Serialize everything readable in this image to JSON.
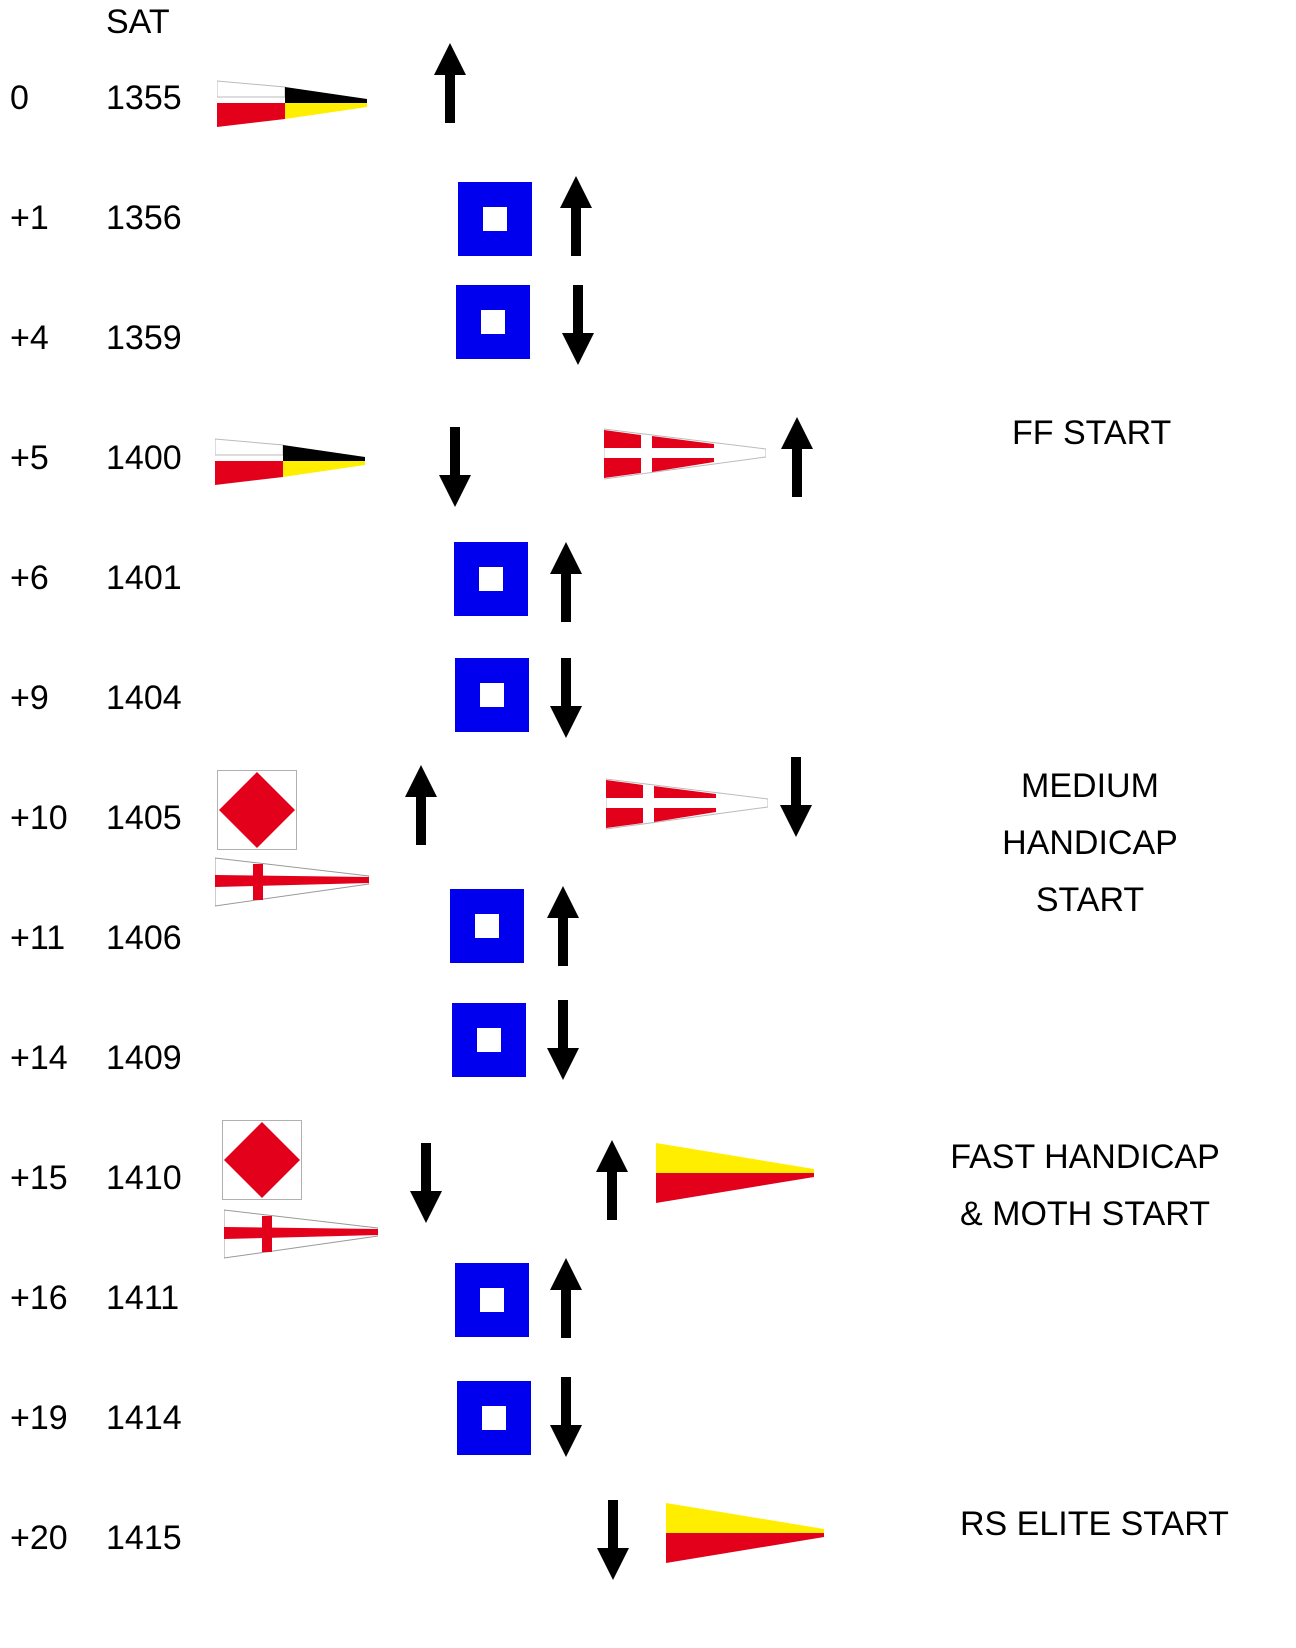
{
  "header": {
    "sat_label": "SAT"
  },
  "rows": [
    {
      "offset": "0",
      "time": "1355"
    },
    {
      "offset": "+1",
      "time": "1356"
    },
    {
      "offset": "+4",
      "time": "1359"
    },
    {
      "offset": "+5",
      "time": "1400"
    },
    {
      "offset": "+6",
      "time": "1401"
    },
    {
      "offset": "+9",
      "time": "1404"
    },
    {
      "offset": "+10",
      "time": "1405"
    },
    {
      "offset": "+11",
      "time": "1406"
    },
    {
      "offset": "+14",
      "time": "1409"
    },
    {
      "offset": "+15",
      "time": "1410"
    },
    {
      "offset": "+16",
      "time": "1411"
    },
    {
      "offset": "+19",
      "time": "1414"
    },
    {
      "offset": "+20",
      "time": "1415"
    }
  ],
  "starts": {
    "ff": "FF START",
    "medium": [
      "MEDIUM",
      "HANDICAP",
      "START"
    ],
    "fast": [
      "FAST HANDICAP",
      "& MOTH START"
    ],
    "rs_elite": "RS ELITE START"
  },
  "flags": {
    "class_pennant_icon": "red-white-black-yellow-pennant",
    "p_flag_icon": "blue-peter-flag",
    "numeral_pennant_4_icon": "red-white-cross-pennant",
    "f_flag_icon": "red-diamond-flag",
    "england_pennant_icon": "st-george-cross-pennant",
    "yellow_red_pennant_icon": "yellow-red-pennant"
  },
  "colors": {
    "blue": "#0000ee",
    "red": "#e2001a",
    "yellow": "#ffee00",
    "black": "#000000"
  }
}
